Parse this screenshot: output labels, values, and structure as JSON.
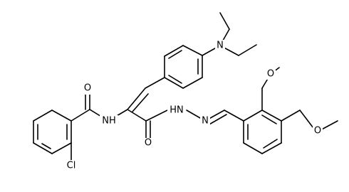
{
  "molecule": {
    "atom_labels": {
      "n_amine": "N",
      "o_amide1": "O",
      "n_amide1": "NH",
      "cl": "Cl",
      "o_amide2": "O",
      "n_hydrazide": "HN",
      "n_imine": "N",
      "o_ome1": "O",
      "o_ome2": "O"
    }
  }
}
